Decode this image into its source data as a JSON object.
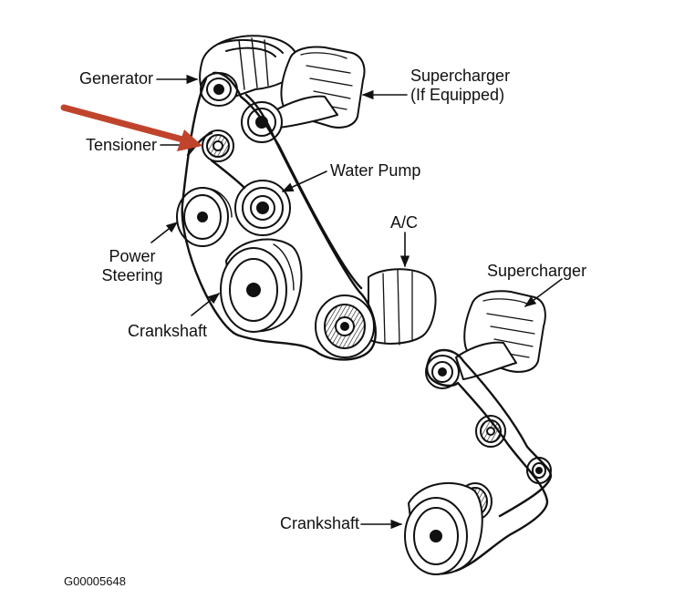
{
  "labels": {
    "generator": "Generator",
    "supercharger_top_line1": "Supercharger",
    "supercharger_top_line2": "(If Equipped)",
    "tensioner": "Tensioner",
    "water_pump": "Water Pump",
    "ac": "A/C",
    "power_steering_line1": "Power",
    "power_steering_line2": "Steering",
    "crankshaft_main": "Crankshaft",
    "supercharger_bottom": "Supercharger",
    "crankshaft_bottom": "Crankshaft"
  },
  "figure_code": "G00005648",
  "colors": {
    "line": "#111111",
    "highlight_arrow": "#c0442c",
    "background": "#ffffff"
  }
}
